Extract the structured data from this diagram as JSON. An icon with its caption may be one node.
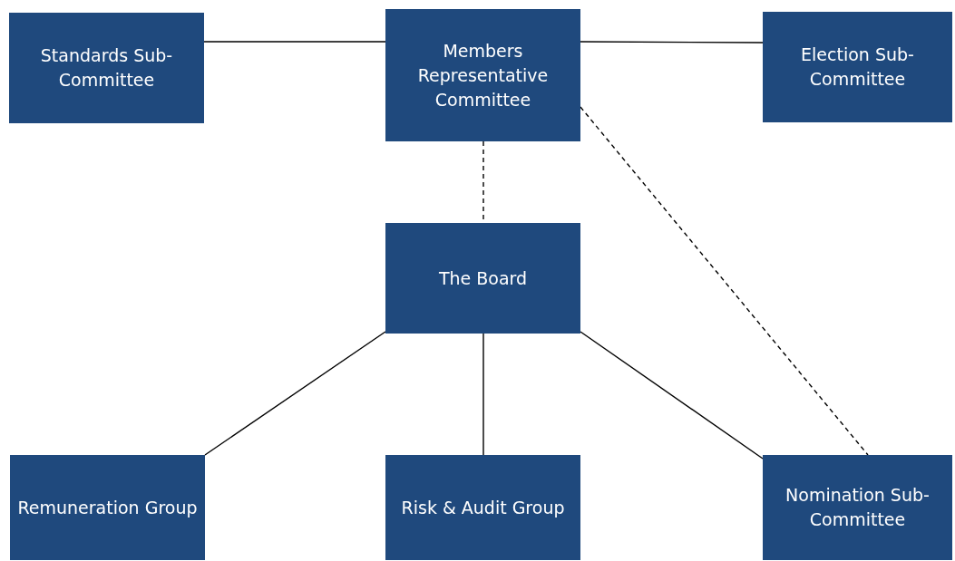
{
  "diagram": {
    "nodes": [
      {
        "text": [
          "Standards Sub-Committee"
        ]
      },
      {
        "text": [
          "Members Representative Committee"
        ]
      },
      {
        "text": [
          "Election Sub-Committee"
        ]
      },
      {
        "text": [
          "The Board"
        ]
      },
      {
        "text": [
          "Remuneration Group"
        ]
      },
      {
        "text": [
          "Risk & Audit Group"
        ]
      },
      {
        "text": [
          "Nomination Sub-Committee"
        ]
      }
    ],
    "edges": [
      {
        "from": 0,
        "to": 1,
        "arrow": "none"
      },
      {
        "from": 1,
        "to": 2,
        "arrow": "none"
      },
      {
        "from": 1,
        "to": 3,
        "arrow": "none",
        "style": "dashed"
      },
      {
        "from": 1,
        "to": 6,
        "arrow": "none",
        "style": "dashed"
      },
      {
        "from": 3,
        "to": 4,
        "arrow": "none"
      },
      {
        "from": 3,
        "to": 5,
        "arrow": "none"
      },
      {
        "from": 3,
        "to": 6,
        "arrow": "none"
      }
    ]
  }
}
